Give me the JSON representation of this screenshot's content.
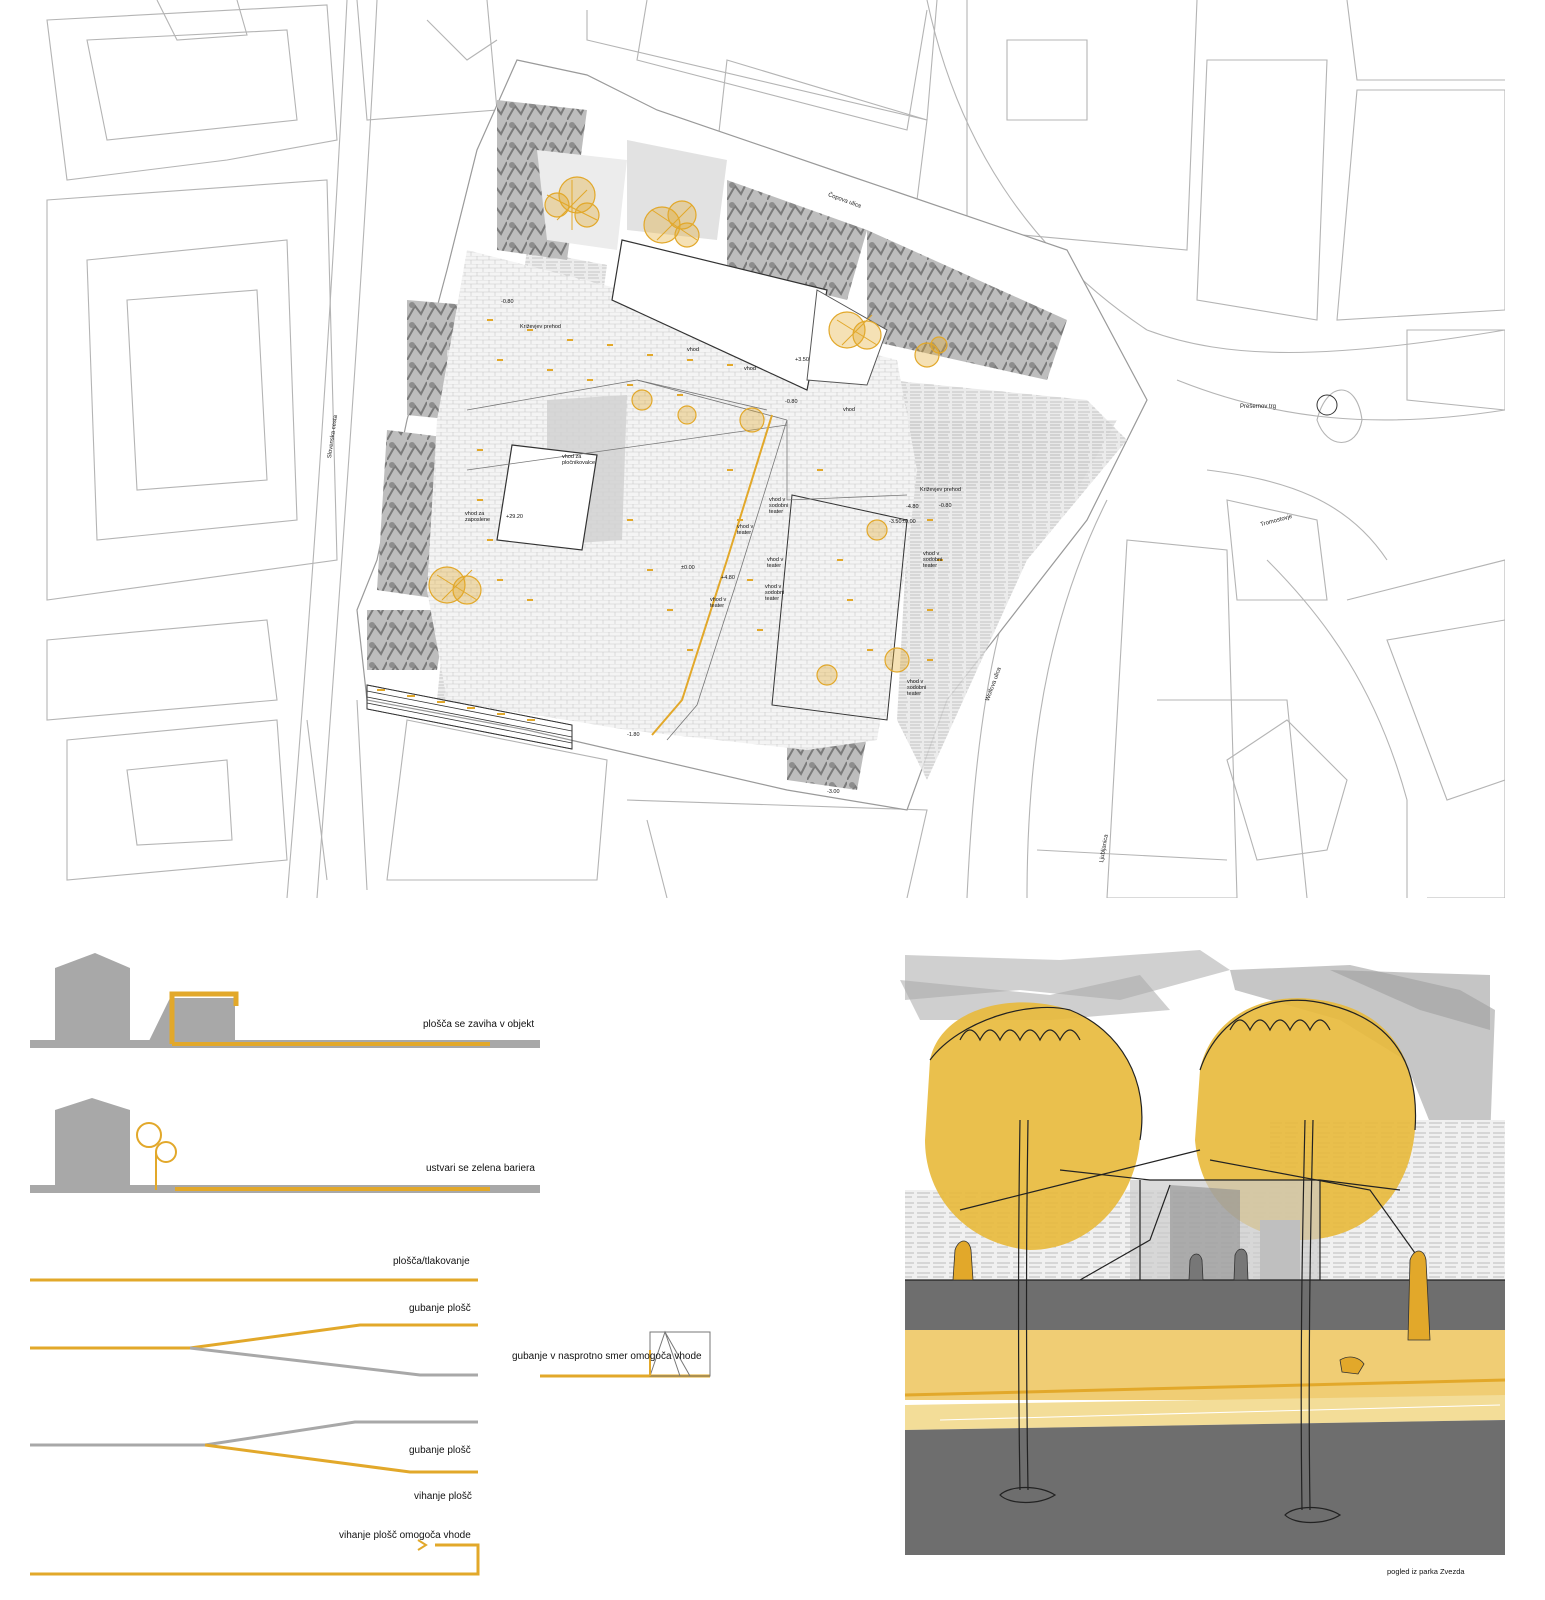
{
  "site_plan": {
    "streets": {
      "north": "Čopova ulica",
      "west": "Slovenska cesta",
      "east": "Wolfova ulica",
      "south_east": "Ljubljanica",
      "square": "Prešernov trg",
      "bridge": "Tromostovje"
    },
    "labels": {
      "krizanke_pass_1": "Križevjev prehod",
      "krizanke_pass_2": "Križevjev prehod",
      "vhod_1": "vhod",
      "vhod_2": "vhod",
      "vhod_3": "vhod",
      "vhod_pedestrian": "vhod za pločnikovalce",
      "vhod_closed": "vhod za zaposlene",
      "vhod_theater_1": "vhod v teater",
      "vhod_theater_2": "vhod v teater",
      "vhod_theater_3": "vhod v teater",
      "vhod_modern_1": "vhod v sodobni teater",
      "vhod_modern_2": "vhod v sodobni teater",
      "vhod_modern_3": "vhod v sodobni teater",
      "vhod_modern_4": "vhod v sodobni teater"
    },
    "levels": [
      "-0.80",
      "+3.50",
      "-0.80",
      "+29.20",
      "-4.80",
      "-0.80",
      "-3.50",
      "±0.00",
      "+4.80",
      "±0.00",
      "-1.80",
      "-3.00"
    ]
  },
  "diagrams": {
    "d1_label": "plošča se zaviha v objekt",
    "d2_label": "ustvari se zelena bariera",
    "d3_label": "plošča/tlakovanje",
    "d4_label": "gubanje plošč",
    "d4b_label": "gubanje v nasprotno smer omogoča vhode",
    "d5_label": "gubanje plošč",
    "d6_label": "vihanje plošč",
    "d7_label": "vihanje plošč omogoča vhode"
  },
  "perspective": {
    "caption": "pogled iz parka Zvezda"
  },
  "colors": {
    "accent": "#e2a82a",
    "grey": "#a8a8a8",
    "dark_grey": "#6e6e6e",
    "line": "#b4b4b4"
  }
}
